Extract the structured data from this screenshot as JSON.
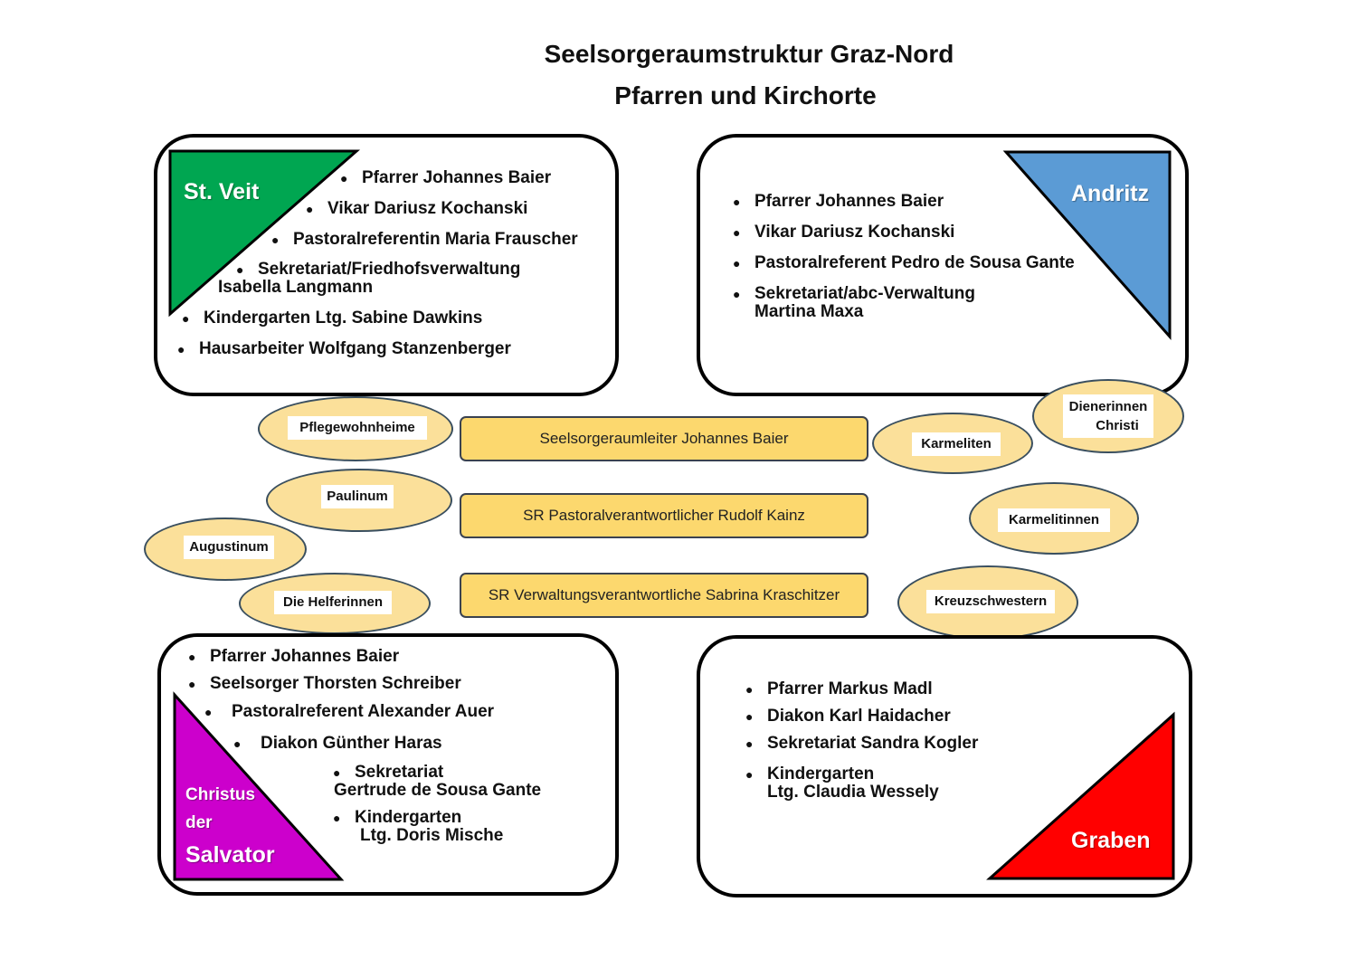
{
  "header": {
    "title": "Seelsorgeraumstruktur Graz-Nord",
    "subtitle": "Pfarren und Kirchorte"
  },
  "colors": {
    "st_veit": "#00a651",
    "andritz": "#5b9bd5",
    "salvator": "#cc00cc",
    "graben": "#ff0000",
    "ellipse_fill": "#fbe09a",
    "leader_box_fill": "#fcd86e"
  },
  "parishes": {
    "st_veit": {
      "name": "St. Veit",
      "members": [
        {
          "line1": "Pfarrer Johannes Baier"
        },
        {
          "line1": "Vikar Dariusz Kochanski"
        },
        {
          "line1": "Pastoralreferentin Maria Frauscher"
        },
        {
          "line1": "Sekretariat/Friedhofsverwaltung",
          "line2": "Isabella Langmann"
        },
        {
          "line1": "Kindergarten Ltg. Sabine Dawkins"
        },
        {
          "line1": "Hausarbeiter Wolfgang Stanzenberger"
        }
      ]
    },
    "andritz": {
      "name": "Andritz",
      "members": [
        {
          "line1": "Pfarrer Johannes Baier"
        },
        {
          "line1": "Vikar Dariusz Kochanski"
        },
        {
          "line1": "Pastoralreferent Pedro de Sousa Gante"
        },
        {
          "line1": "Sekretariat/abc-Verwaltung",
          "line2": "Martina Maxa"
        }
      ]
    },
    "salvator": {
      "name_line1": "Christus",
      "name_line2": "der",
      "name_line3": "Salvator",
      "members": [
        {
          "line1": "Pfarrer Johannes Baier"
        },
        {
          "line1": "Seelsorger Thorsten Schreiber"
        },
        {
          "line1": "Pastoralreferent Alexander Auer"
        },
        {
          "line1": "Diakon Günther Haras"
        },
        {
          "line1": "Sekretariat",
          "line2": "Gertrude de Sousa Gante"
        },
        {
          "line1": "Kindergarten",
          "line2": "Ltg. Doris Mische"
        }
      ]
    },
    "graben": {
      "name": "Graben",
      "members": [
        {
          "line1": "Pfarrer Markus Madl"
        },
        {
          "line1": "Diakon Karl Haidacher"
        },
        {
          "line1": "Sekretariat Sandra Kogler"
        },
        {
          "line1": "Kindergarten",
          "line2": "Ltg. Claudia Wessely"
        }
      ]
    }
  },
  "leadership": [
    "Seelsorgeraumleiter Johannes Baier",
    "SR Pastoralverantwortlicher Rudolf Kainz",
    "SR Verwaltungsverantwortliche Sabrina Kraschitzer"
  ],
  "kirchorte": {
    "left": [
      "Pflegewohnheime",
      "Paulinum",
      "Augustinum",
      "Die Helferinnen"
    ],
    "right": [
      "Karmeliten",
      "Dienerinnen Christi",
      "Karmelitinnen",
      "Kreuzschwestern"
    ],
    "dienerinnen_line1": "Dienerinnen",
    "dienerinnen_line2": "Christi"
  }
}
